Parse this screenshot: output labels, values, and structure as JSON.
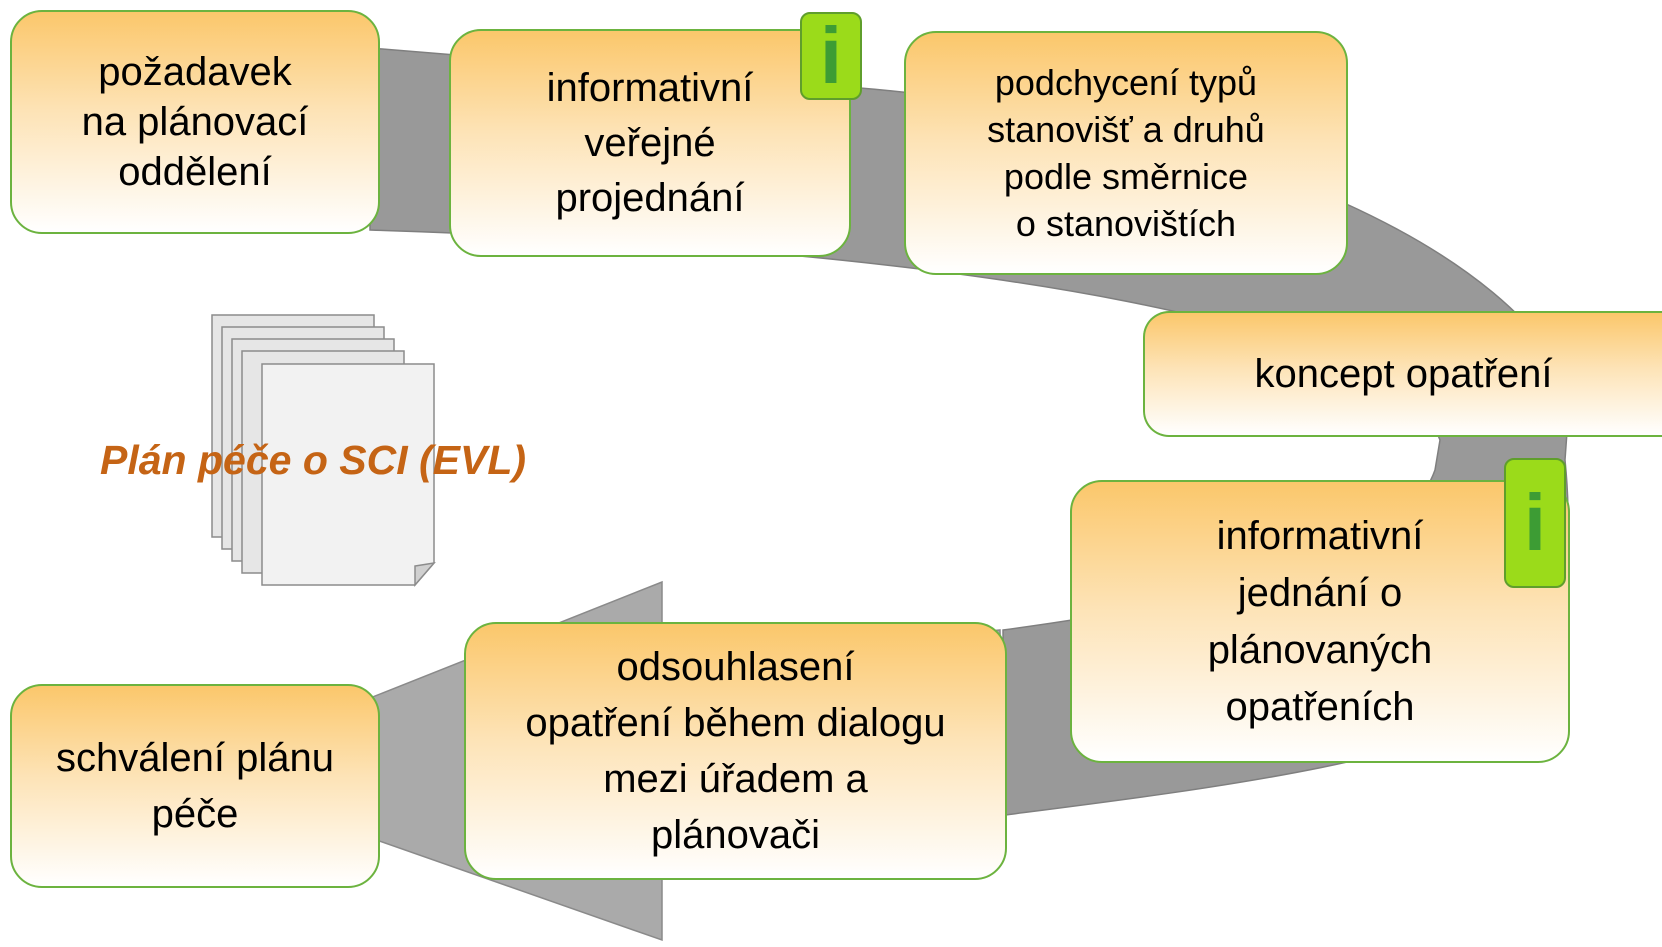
{
  "diagram": {
    "steps": [
      {
        "id": "pozadavek",
        "text": "požadavek\nna plánovací\noddělení"
      },
      {
        "id": "verejne",
        "text": "informativní\nveřejné\nprojednání"
      },
      {
        "id": "podchyceni",
        "text": "podchycení typů\nstanovišť a druhů\npodle směrnice\no stanovištích"
      },
      {
        "id": "koncept",
        "text": "koncept opatření"
      },
      {
        "id": "jednani",
        "text": "informativní\njednání o\nplánovaných\nopatřeních"
      },
      {
        "id": "odsouhlaseni",
        "text": "odsouhlasení\nopatření během dialogu\nmezi úřadem a\nplánovači"
      },
      {
        "id": "schvaleni",
        "text": "schválení plánu\npéče"
      }
    ],
    "info_badge": "i",
    "document_label": "Plán péče o SCI (EVL)"
  },
  "colors": {
    "box_border": "#6cb33f",
    "box_top": "#fbc76b",
    "arrow_fill": "#999999",
    "info_fill": "#9bdb1a",
    "info_text": "#3d9c34",
    "doc_label": "#c56415"
  }
}
